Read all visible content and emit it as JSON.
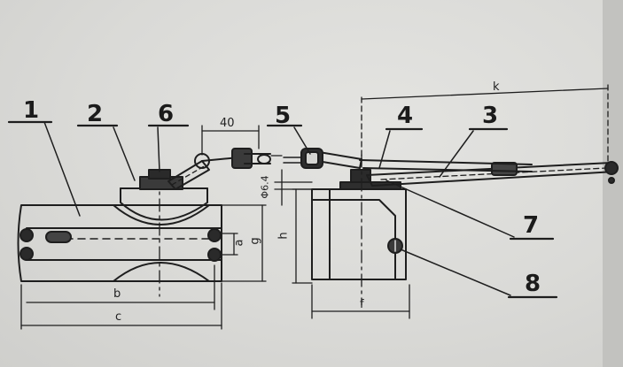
{
  "callouts": [
    "1",
    "2",
    "6",
    "5",
    "4",
    "3",
    "7",
    "8"
  ],
  "dimensions": {
    "arm_length": "40",
    "width_a": "a",
    "width_g": "g",
    "length_b": "b",
    "length_c": "c",
    "height_h": "h",
    "depth_f": "f",
    "arm_reach_k": "k",
    "shaft_diameter": "Φ6.4"
  }
}
